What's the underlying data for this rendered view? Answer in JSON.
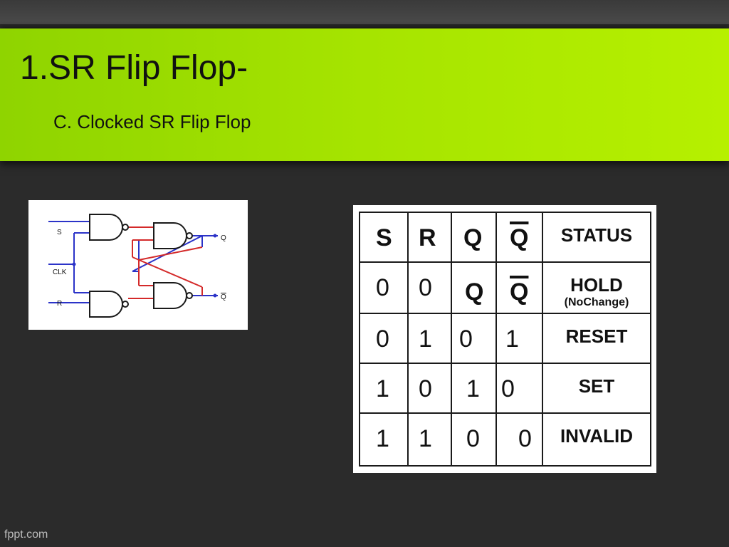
{
  "slide": {
    "title": "1.SR Flip Flop-",
    "subtitle": "C. Clocked SR Flip Flop",
    "footer": "fppt.com"
  },
  "circuit": {
    "labels": {
      "s": "S",
      "clk": "CLK",
      "r": "R",
      "q": "Q",
      "qbar": "Q"
    },
    "colors": {
      "input": "#2b33c8",
      "feedback": "#d42a2a",
      "gate": "#1a1a1a"
    }
  },
  "truth_table": {
    "headers": {
      "s": "S",
      "r": "R",
      "q": "Q",
      "qbar": "Q",
      "status": "STATUS"
    },
    "hold": {
      "s": "0",
      "r": "0",
      "q": "Q",
      "qbar": "Q",
      "status": "HOLD",
      "note": "(NoChange)"
    },
    "reset": {
      "s": "0",
      "r": "1",
      "q": "0",
      "qbar": "1",
      "status": "RESET"
    },
    "set": {
      "s": "1",
      "r": "0",
      "q": "1",
      "qbar": "0",
      "status": "SET"
    },
    "invalid": {
      "s": "1",
      "r": "1",
      "q": "0",
      "qbar": "0",
      "status": "INVALID"
    }
  }
}
